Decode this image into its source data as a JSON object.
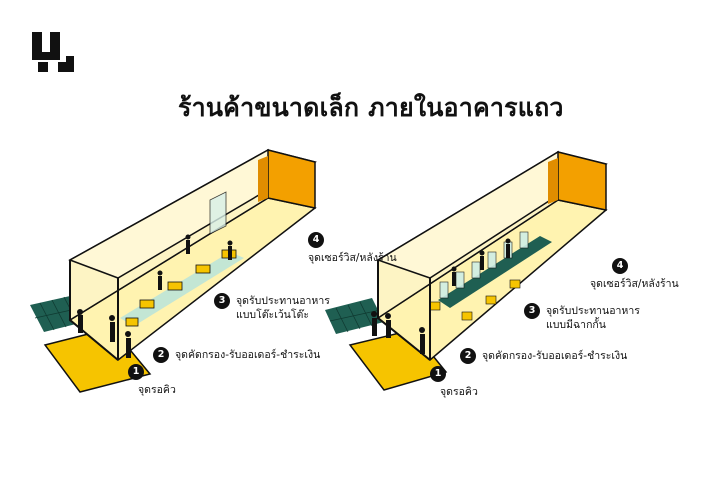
{
  "title": "ร้านค้าขนาดเล็ก ภายในอาคารแถว",
  "colors": {
    "yellow": "#f6c400",
    "light_yellow": "#fff3b0",
    "teal": "#1f5f52",
    "dark": "#111111",
    "accent_orange": "#f3a000"
  },
  "left_diagram": {
    "callouts": [
      {
        "num": "1",
        "lines": [
          "จุดรอคิว"
        ]
      },
      {
        "num": "2",
        "lines": [
          "จุดคัดกรอง-รับออเดอร์-ชำระเงิน"
        ]
      },
      {
        "num": "3",
        "lines": [
          "จุดรับประทานอาหาร",
          "แบบโต๊ะเว้นโต๊ะ"
        ]
      },
      {
        "num": "4",
        "lines": [
          "จุดเซอร์วิส/หลังร้าน"
        ]
      }
    ]
  },
  "right_diagram": {
    "callouts": [
      {
        "num": "1",
        "lines": [
          "จุดรอคิว"
        ]
      },
      {
        "num": "2",
        "lines": [
          "จุดคัดกรอง-รับออเดอร์-ชำระเงิน"
        ]
      },
      {
        "num": "3",
        "lines": [
          "จุดรับประทานอาหาร",
          "แบบมีฉากกั้น"
        ]
      },
      {
        "num": "4",
        "lines": [
          "จุดเซอร์วิส/หลังร้าน"
        ]
      }
    ]
  }
}
